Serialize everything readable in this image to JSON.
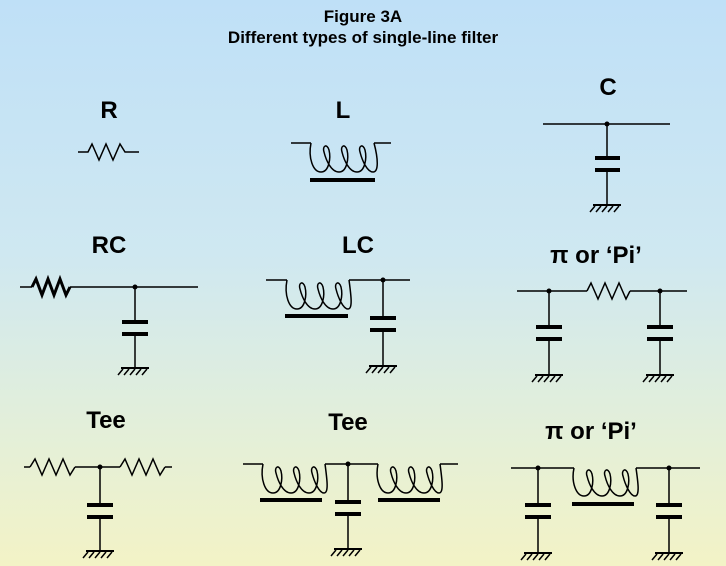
{
  "figure": {
    "title": "Figure 3A",
    "subtitle": "Different types of single-line filter"
  },
  "filters": [
    {
      "id": "r",
      "label": "R"
    },
    {
      "id": "l",
      "label": "L"
    },
    {
      "id": "c",
      "label": "C"
    },
    {
      "id": "rc",
      "label": "RC"
    },
    {
      "id": "lc",
      "label": "LC"
    },
    {
      "id": "pi1",
      "label": "π or ‘Pi’"
    },
    {
      "id": "tee1",
      "label": "Tee"
    },
    {
      "id": "tee2",
      "label": "Tee"
    },
    {
      "id": "pi2",
      "label": "π or ‘Pi’"
    }
  ]
}
